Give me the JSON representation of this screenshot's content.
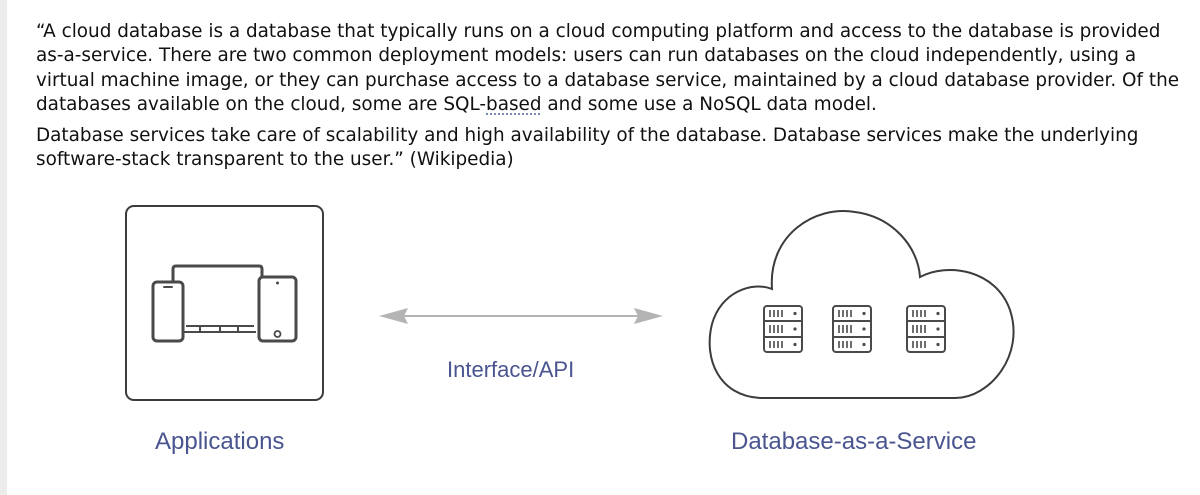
{
  "quote": {
    "paragraph_1_before": "“A cloud database is a database that typically runs on a cloud computing platform and access to the database is provided as-a-service. There are two common deployment models: users can run databases on the cloud independently, using a virtual machine image, or they can purchase access to a database service, maintained by a cloud database provider. Of the databases available on the cloud, some are SQL-",
    "paragraph_1_underlined": "based",
    "paragraph_1_after": " and some use a NoSQL data model.",
    "paragraph_2": "Database services take care of scalability and high availability of the database. Database services make the underlying software-stack transparent to the user.” (Wikipedia)"
  },
  "diagram": {
    "applications_label": "Applications",
    "interface_label": "Interface/API",
    "service_label": "Database-as-a-Service",
    "icons": [
      "phone-icon",
      "desktop-monitor-icon",
      "tablet-icon",
      "cloud-icon",
      "database-server-icon"
    ],
    "colors": {
      "label": "#4a5590",
      "outline": "#3c3c3c",
      "arrow": "#b4b4b4"
    }
  }
}
